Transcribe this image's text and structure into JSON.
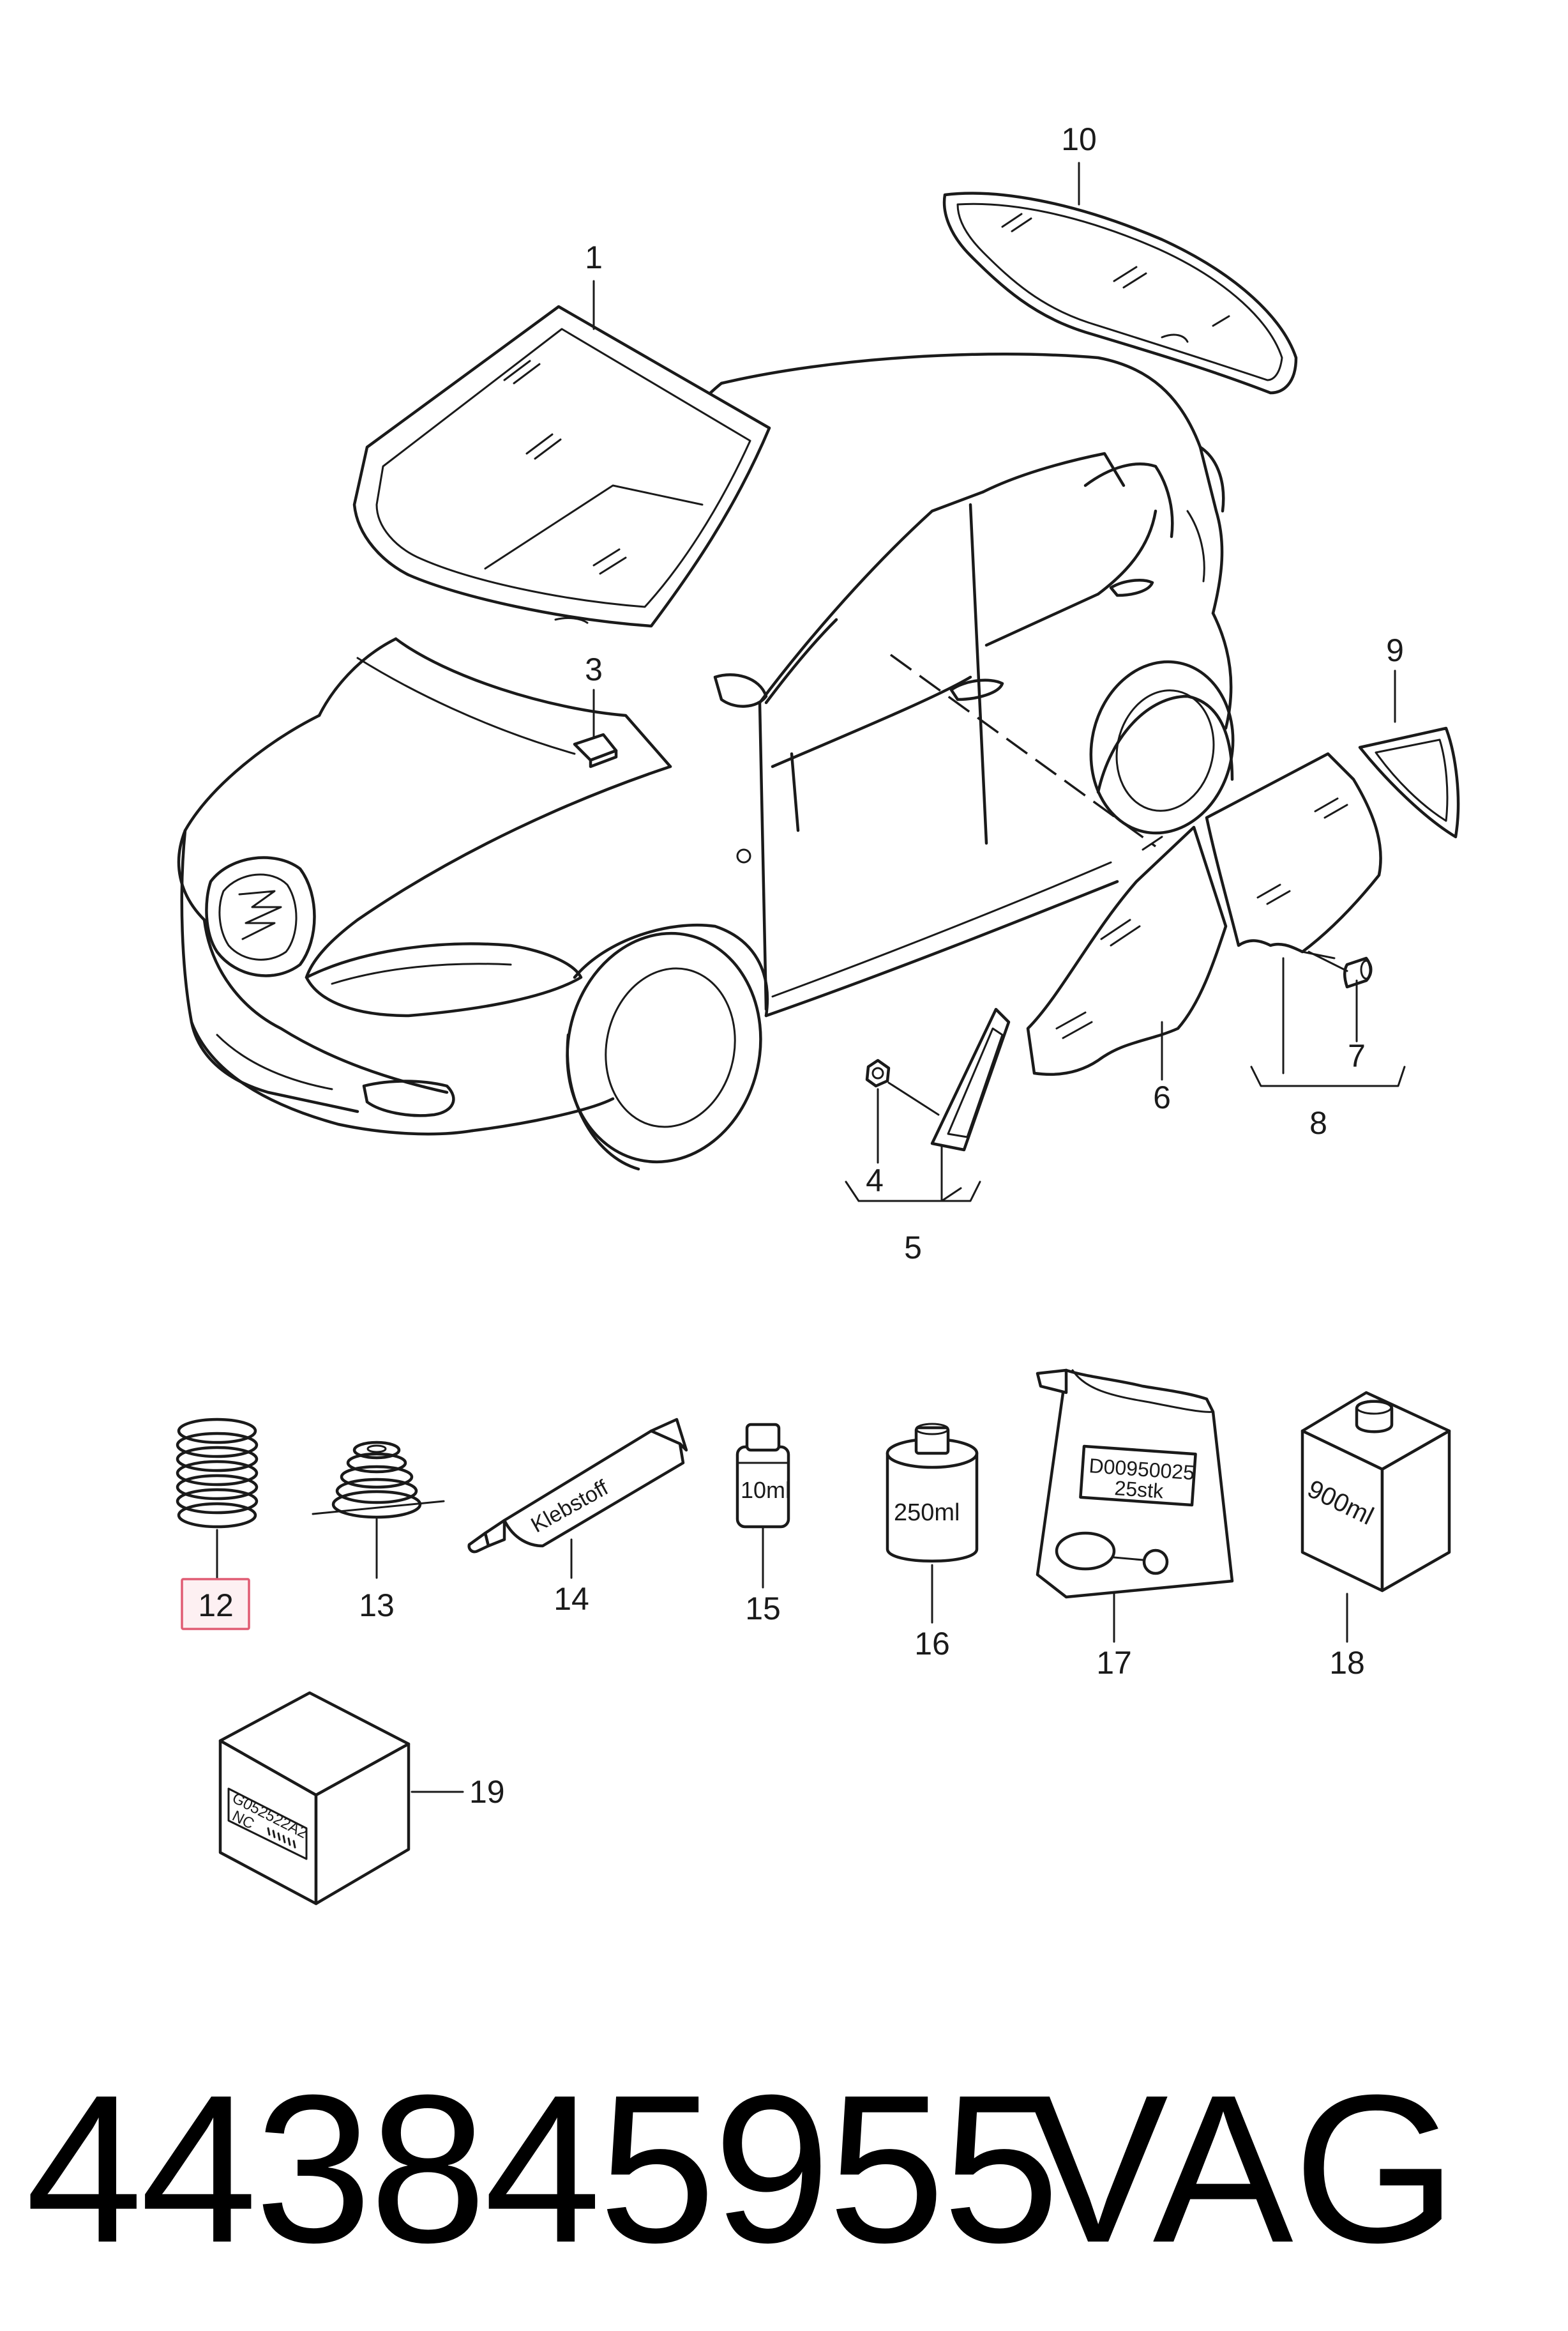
{
  "callouts": {
    "c1": "1",
    "c3": "3",
    "c4": "4",
    "c5": "5",
    "c6": "6",
    "c7": "7",
    "c8": "8",
    "c9": "9",
    "c10": "10",
    "c12": "12",
    "c13": "13",
    "c14": "14",
    "c15": "15",
    "c16": "16",
    "c17": "17",
    "c18": "18",
    "c19": "19"
  },
  "highlighted_callout": "12",
  "highlight_color": "#e05c73",
  "packages": {
    "tube": "Klebstoff",
    "bottle_small": "10ml",
    "can": "250ml",
    "bag_line1": "D00950025",
    "bag_line2": "25stk",
    "canister": "900ml",
    "box_line1": "G052522A2",
    "box_line2": "NC"
  },
  "footer": {
    "part_number": "443845955",
    "brand": "VAG"
  }
}
